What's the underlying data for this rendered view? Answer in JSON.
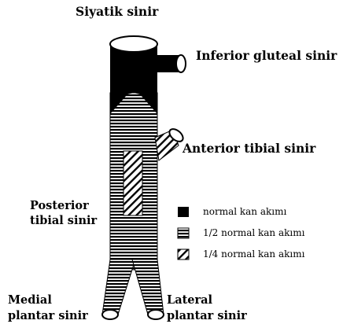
{
  "nerves": {
    "sciatic": "Siyatik sinir",
    "inferior_gluteal": "Inferior gluteal sinir",
    "anterior_tibial": "Anterior tibial sinir",
    "posterior_tibial_line1": "Posterior",
    "posterior_tibial_line2": "tibial sinir",
    "medial_plantar_line1": "Medial",
    "medial_plantar_line2": "plantar sinir",
    "lateral_plantar_line1": "Lateral",
    "lateral_plantar_line2": "plantar sinir"
  },
  "legend": {
    "items": [
      {
        "pattern": "solid",
        "label": "normal kan akımı"
      },
      {
        "pattern": "horizontal-lines",
        "label": "1/2 normal kan akımı"
      },
      {
        "pattern": "diagonal-hatch",
        "label": "1/4 normal kan akımı"
      }
    ]
  },
  "colors": {
    "ink": "#000000",
    "paper": "#ffffff"
  }
}
